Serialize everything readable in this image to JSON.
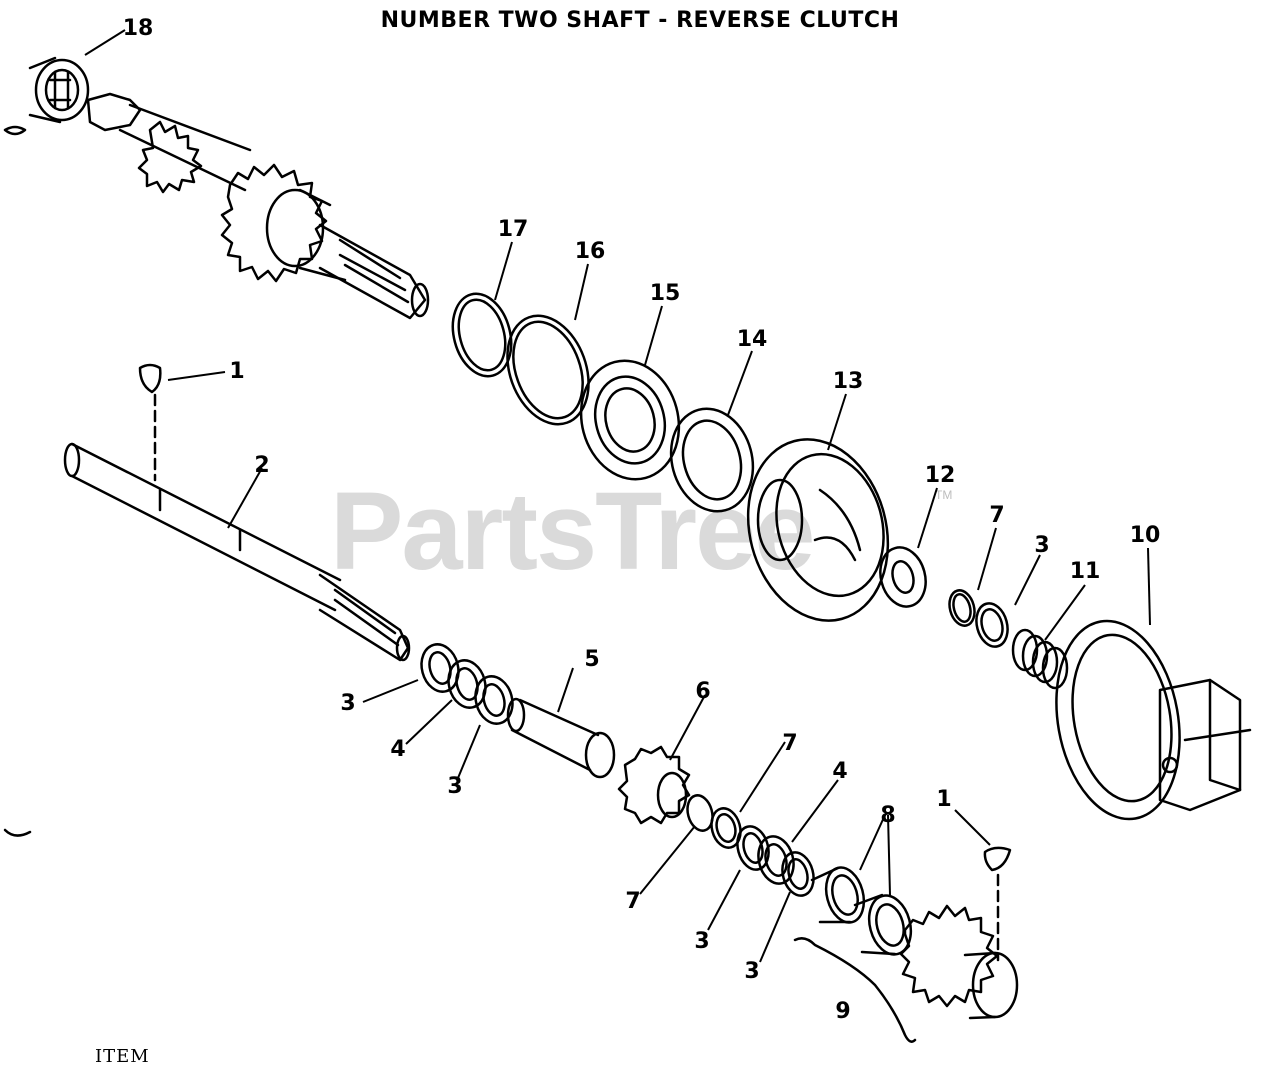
{
  "title": "NUMBER TWO SHAFT - REVERSE CLUTCH",
  "footer_text": "ITEM",
  "watermark": "PartsTree",
  "watermark_tm": "TM",
  "callouts": {
    "c18": "18",
    "c17": "17",
    "c16": "16",
    "c15": "15",
    "c14": "14",
    "c13": "13",
    "c12": "12",
    "c10": "10",
    "c11": "11",
    "c7a": "7",
    "c3a": "3",
    "c1a": "1",
    "c2": "2",
    "c3b": "3",
    "c4a": "4",
    "c3c": "3",
    "c5": "5",
    "c6": "6",
    "c7b": "7",
    "c7c": "7",
    "c4b": "4",
    "c3d": "3",
    "c3e": "3",
    "c8": "8",
    "c1b": "1",
    "c9": "9"
  }
}
